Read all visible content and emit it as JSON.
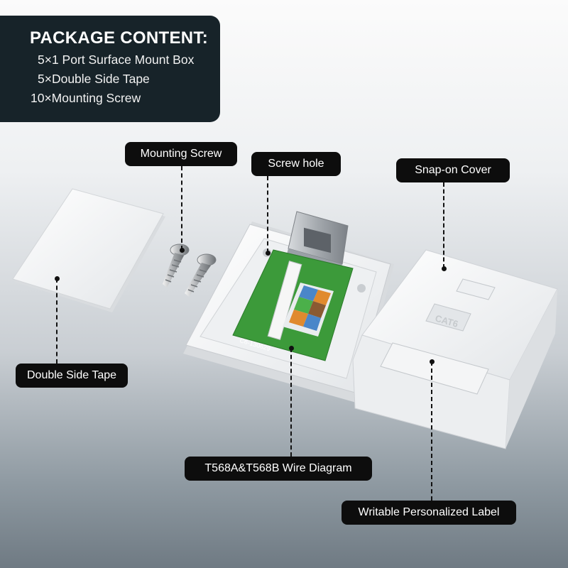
{
  "package": {
    "title": "PACKAGE CONTENT:",
    "items": [
      "5×1 Port Surface Mount Box",
      "5×Double Side Tape",
      "10×Mounting Screw"
    ]
  },
  "callouts": {
    "mounting_screw": "Mounting Screw",
    "screw_hole": "Screw hole",
    "snap_on_cover": "Snap-on Cover",
    "double_side_tape": "Double Side Tape",
    "wire_diagram": "T568A&T568B Wire Diagram",
    "personalized_label": "Writable Personalized Label"
  },
  "product_markings": {
    "pcb_code": "C6-130629",
    "cover_mark": "CAT6"
  },
  "colors": {
    "panel_bg": "#172329",
    "label_bg": "#0d0d0d",
    "pcb_green": "#3c9a3a"
  }
}
